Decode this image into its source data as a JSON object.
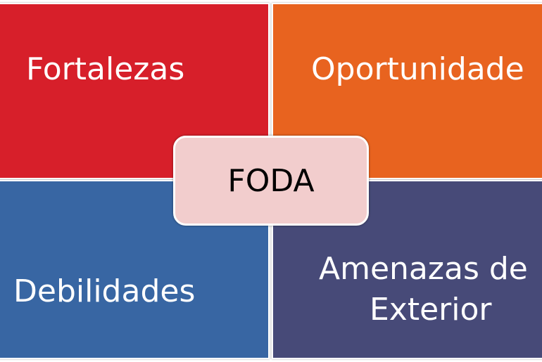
{
  "diagram": {
    "center": {
      "label": "FODA",
      "color": "#f2cdcd"
    },
    "quadrants": [
      {
        "id": "top-left",
        "label": "Fortalezas",
        "color": "#d71f2a"
      },
      {
        "id": "top-right",
        "label": "Oportunidade",
        "color": "#e8631f"
      },
      {
        "id": "bottom-left",
        "label": "Debilidades",
        "color": "#3866a3"
      },
      {
        "id": "bottom-right",
        "label_lines": [
          "Amenazas de",
          "Exterior"
        ],
        "color": "#474a78"
      }
    ]
  }
}
